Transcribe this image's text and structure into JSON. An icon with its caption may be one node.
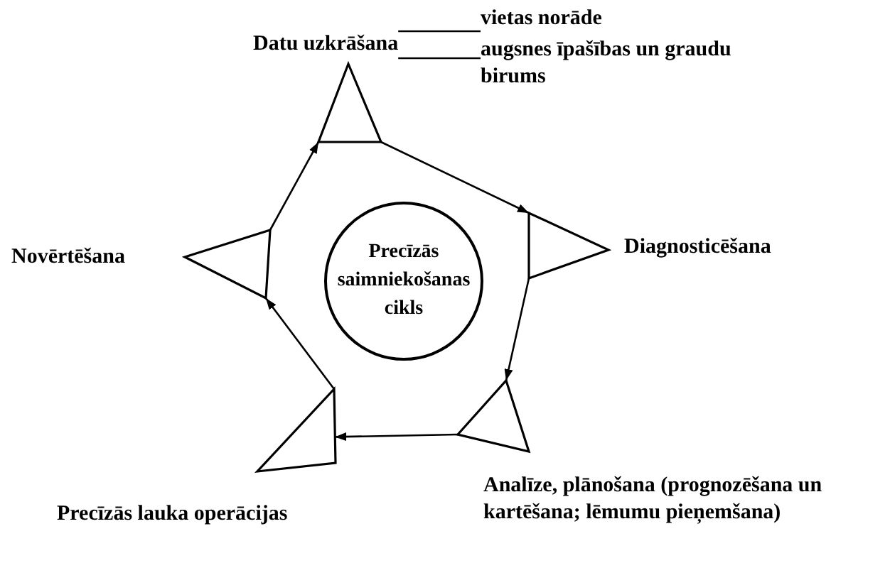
{
  "diagram": {
    "nodes": [
      {
        "text": [
          "Precīzās saimniekošanas cikls"
        ]
      },
      {
        "text": [
          "Datu uzkrāšana"
        ]
      },
      {
        "text": [
          "Diagnosticēšana"
        ]
      },
      {
        "text": [
          "Analīze, plānošana (prognozēšana un kartēšana; lēmumu pieņemšana)"
        ]
      },
      {
        "text": [
          "Precīzās lauka operācijas"
        ]
      },
      {
        "text": [
          "Novērtēšana"
        ]
      },
      {
        "text": [
          "vietas norāde"
        ]
      },
      {
        "text": [
          "augsnes īpašības un graudu birums"
        ]
      }
    ],
    "edges": [
      {
        "from": 1,
        "to": 2,
        "arrow": "to"
      },
      {
        "from": 2,
        "to": 3,
        "arrow": "to"
      },
      {
        "from": 3,
        "to": 4,
        "arrow": "to"
      },
      {
        "from": 4,
        "to": 5,
        "arrow": "to"
      },
      {
        "from": 5,
        "to": 1,
        "arrow": "to"
      },
      {
        "from": 1,
        "to": 6,
        "arrow": "none"
      },
      {
        "from": 1,
        "to": 7,
        "arrow": "none"
      }
    ]
  }
}
